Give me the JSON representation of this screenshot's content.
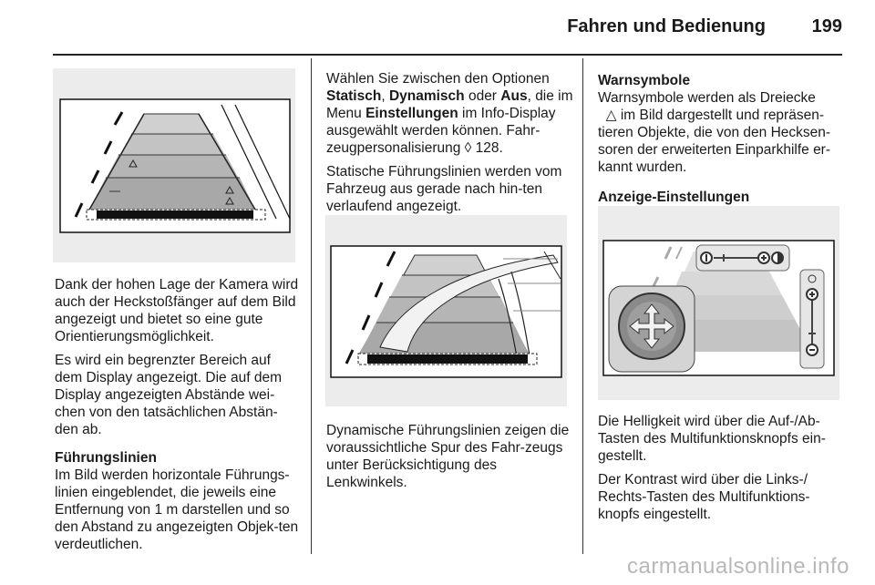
{
  "header": {
    "title": "Fahren und Bedienung",
    "page_number": "199"
  },
  "col1": {
    "p1": "Dank der hohen Lage der Kamera wird auch der Heckstoßfänger auf dem Bild angezeigt und bietet so eine gute Orientierungsmöglichkeit.",
    "p2": "Es wird ein begrenzter Bereich auf dem Display angezeigt. Die auf dem Display angezeigten Abstände wei-chen von den tatsächlichen Abstän-den ab.",
    "heading": "Führungslinien",
    "p3": "Im Bild werden horizontale Führungs-linien eingeblendet, die jeweils eine Entfernung von 1 m darstellen und so den Abstand zu angezeigten Objek-ten verdeutlichen."
  },
  "col2": {
    "p1_a": "Wählen Sie zwischen den Optionen ",
    "opt1": "Statisch",
    "p1_b": ", ",
    "opt2": "Dynamisch",
    "p1_c": " oder ",
    "opt3": "Aus",
    "p1_d": ", die im Menu ",
    "menu": "Einstellungen",
    "p1_e": " im Info-Display ausgewählt werden können. Fahr-zeugpersonalisierung ",
    "ref_arrow": "◊",
    "p1_f": " 128.",
    "p2": "Statische Führungslinien werden vom Fahrzeug aus gerade nach hin-ten verlaufend angezeigt.",
    "p3": "Dynamische Führungslinien zeigen die voraussichtliche Spur des Fahr-zeugs unter Berücksichtigung des Lenkwinkels."
  },
  "col3": {
    "heading1": "Warnsymbole",
    "p1_a": "Warnsymbole werden als Dreiecke",
    "tri": "△",
    "p1_b": " im Bild dargestellt und repräsen-tieren Objekte, die von den Hecksen-soren der erweiterten Einparkhilfe er-kannt wurden.",
    "heading2": "Anzeige-Einstellungen",
    "p2": "Die Helligkeit wird über die Auf-/Ab-Tasten des Multifunktionsknopfs ein-gestellt.",
    "p3": "Der Kontrast wird über die Links-/ Rechts-Tasten des Multifunktions-knopfs eingestellt."
  },
  "watermark": "carmanualsonline.info"
}
